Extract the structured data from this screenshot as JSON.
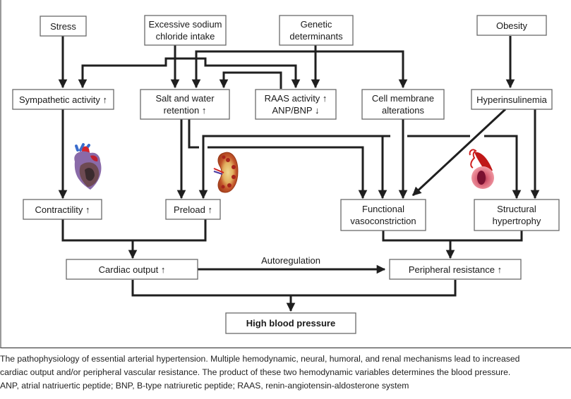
{
  "diagram": {
    "title": "Pathophysiology of essential arterial hypertension",
    "nodes": {
      "stress": [
        "Stress"
      ],
      "sodium": [
        "Excessive sodium",
        "chloride intake"
      ],
      "genetic": [
        "Genetic",
        "determinants"
      ],
      "obesity": [
        "Obesity"
      ],
      "sympathetic": [
        "Sympathetic activity ↑"
      ],
      "salt_water": [
        "Salt and water",
        "retention ↑"
      ],
      "raas": [
        "RAAS activity ↑",
        "ANP/BNP ↓"
      ],
      "cell_membrane": [
        "Cell membrane",
        "alterations"
      ],
      "hyperinsulinemia": [
        "Hyperinsulinemia"
      ],
      "contractility": [
        "Contractility ↑"
      ],
      "preload": [
        "Preload ↑"
      ],
      "functional_vaso": [
        "Functional",
        "vasoconstriction"
      ],
      "structural_hyper": [
        "Structural",
        "hypertrophy"
      ],
      "cardiac_output": [
        "Cardiac output ↑"
      ],
      "peripheral_resistance": [
        "Peripheral resistance ↑"
      ],
      "high_bp": [
        "High blood pressure"
      ]
    },
    "edge_labels": {
      "autoregulation": "Autoregulation"
    },
    "illustrations": [
      "heart-illustration",
      "kidney-illustration",
      "blood-vessel-illustration"
    ],
    "edges": [
      [
        "stress",
        "sympathetic"
      ],
      [
        "sodium",
        "salt_water"
      ],
      [
        "sodium",
        "sympathetic"
      ],
      [
        "sodium",
        "raas"
      ],
      [
        "genetic",
        "raas"
      ],
      [
        "genetic",
        "salt_water"
      ],
      [
        "genetic",
        "cell_membrane"
      ],
      [
        "raas",
        "salt_water"
      ],
      [
        "obesity",
        "hyperinsulinemia"
      ],
      [
        "sympathetic",
        "contractility"
      ],
      [
        "salt_water",
        "preload"
      ],
      [
        "salt_water",
        "functional_vaso"
      ],
      [
        "cell_membrane",
        "functional_vaso"
      ],
      [
        "hyperinsulinemia",
        "functional_vaso"
      ],
      [
        "hyperinsulinemia",
        "structural_hyper"
      ],
      [
        "contractility",
        "cardiac_output"
      ],
      [
        "preload",
        "cardiac_output"
      ],
      [
        "functional_vaso",
        "peripheral_resistance"
      ],
      [
        "structural_hyper",
        "peripheral_resistance"
      ],
      [
        "cardiac_output",
        "peripheral_resistance"
      ],
      [
        "cardiac_output",
        "high_bp"
      ],
      [
        "peripheral_resistance",
        "high_bp"
      ]
    ]
  },
  "caption": {
    "lines": [
      "The pathophysiology of essential arterial hypertension. Multiple hemodynamic, neural, humoral, and renal mechanisms lead to increased",
      "cardiac output and/or peripheral vascular resistance. The product of these two hemodynamic variables determines the blood pressure.",
      "ANP, atrial natriuertic peptide; BNP, B-type natriuretic peptide; RAAS, renin-angiotensin-aldosterone system"
    ]
  }
}
